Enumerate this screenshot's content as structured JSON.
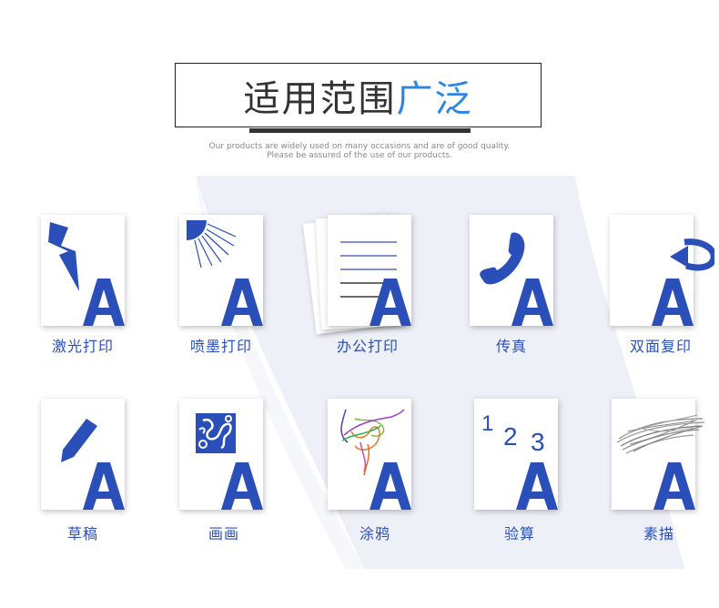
{
  "header": {
    "title_main": "适用范围",
    "title_accent": "广泛",
    "subtitle_line1": "Our products are widely used on many occasions and are of good quality.",
    "subtitle_line2": "Please be assured of the use of our products."
  },
  "colors": {
    "accent": "#2a86e6",
    "icon_blue": "#2b4fb8",
    "title": "#333333"
  },
  "items": [
    {
      "label": "激光打印",
      "icon": "lightning-icon"
    },
    {
      "label": "喷墨打印",
      "icon": "spray-icon"
    },
    {
      "label": "办公打印",
      "icon": "document-stack-icon"
    },
    {
      "label": "传真",
      "icon": "phone-icon"
    },
    {
      "label": "双面复印",
      "icon": "return-arrow-icon"
    },
    {
      "label": "草稿",
      "icon": "pencil-icon"
    },
    {
      "label": "画画",
      "icon": "ornament-icon"
    },
    {
      "label": "涂鸦",
      "icon": "scribble-icon"
    },
    {
      "label": "验算",
      "icon": "numbers-icon",
      "numbers": [
        "1",
        "2",
        "3"
      ]
    },
    {
      "label": "素描",
      "icon": "sketch-icon"
    }
  ]
}
